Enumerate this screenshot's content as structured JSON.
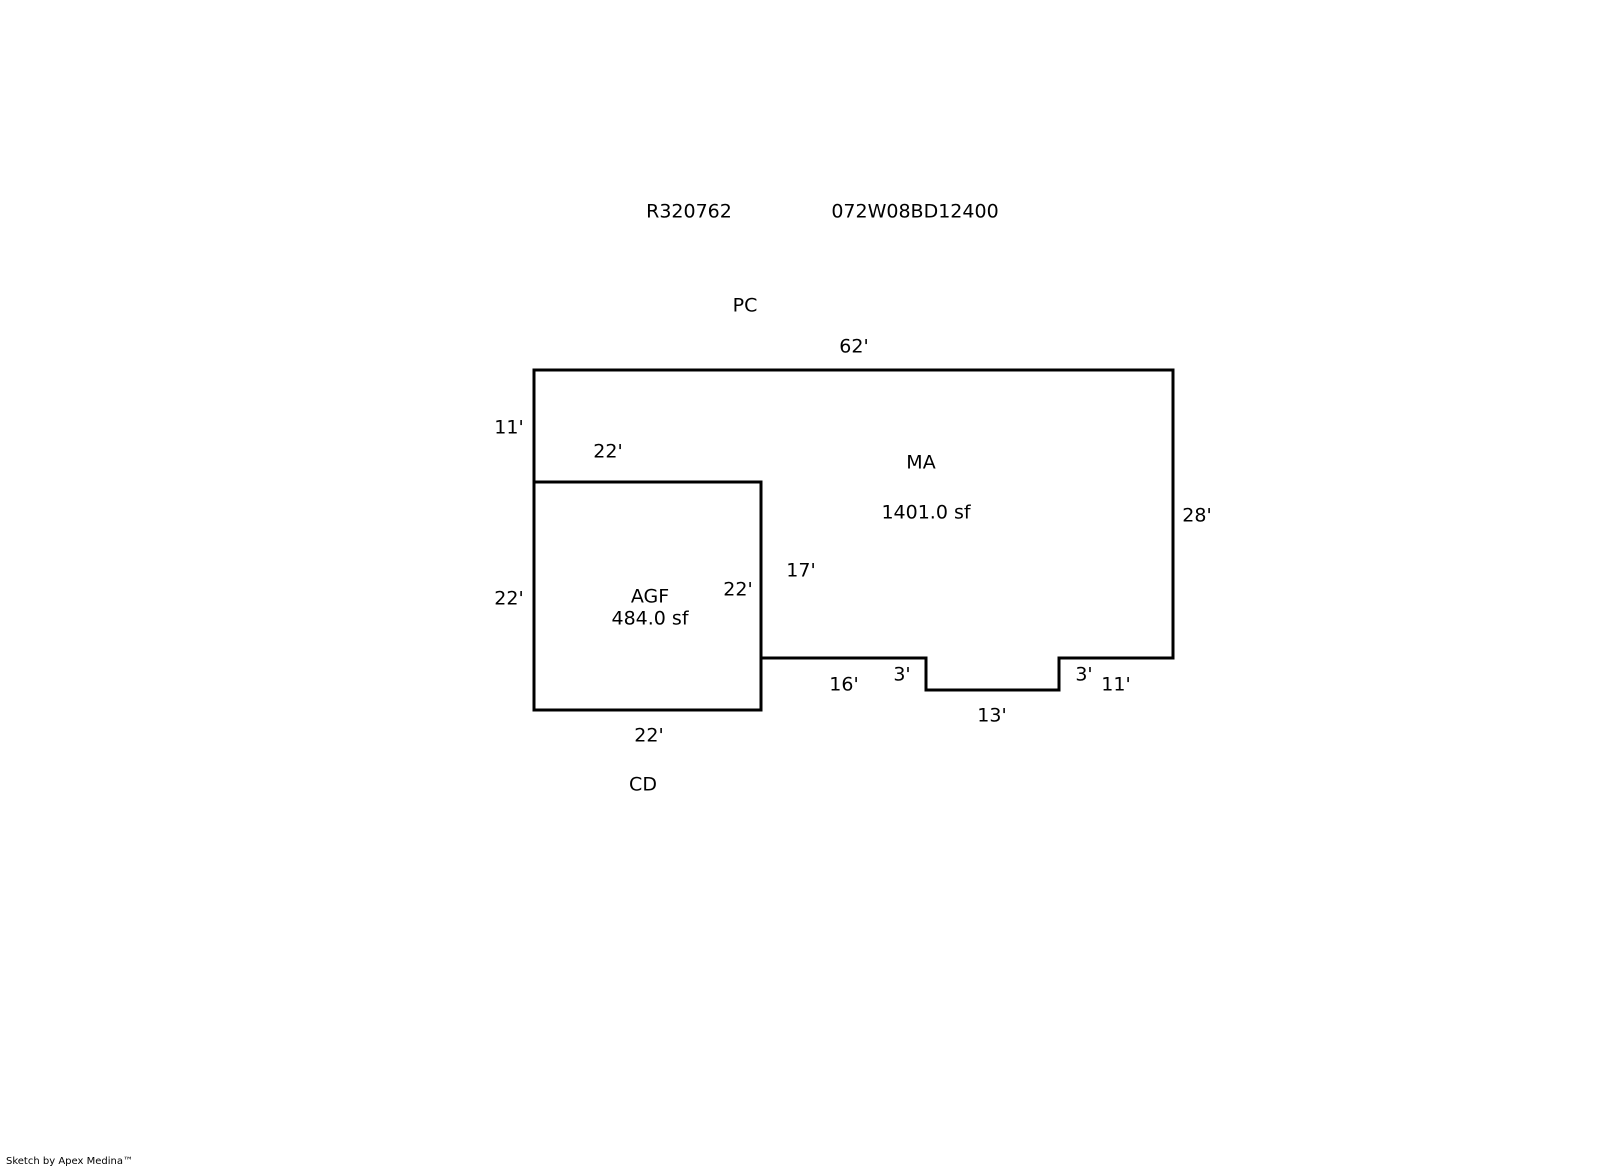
{
  "header": {
    "account_id": "R320762",
    "map_tax_lot": "072W08BD12400"
  },
  "labels": {
    "top_area": "PC",
    "bottom_area": "CD"
  },
  "main_area": {
    "code": "MA",
    "area": "1401.0 sf"
  },
  "garage_area": {
    "code": "AGF",
    "area": "484.0 sf"
  },
  "dimensions": {
    "top": "62'",
    "left_upper": "11'",
    "garage_top": "22'",
    "right": "28'",
    "inner_vertical": "17'",
    "garage_right": "22'",
    "garage_left": "22'",
    "garage_bottom": "22'",
    "bottom_left": "16'",
    "notch_left": "3'",
    "notch_bottom": "13'",
    "notch_right": "3'",
    "bottom_right": "11'"
  },
  "footer": "Sketch by Apex Medina™"
}
